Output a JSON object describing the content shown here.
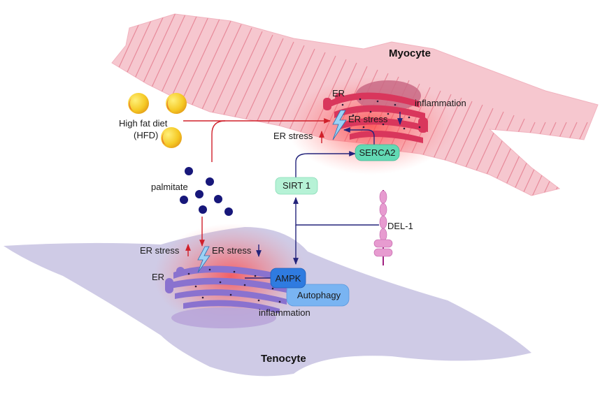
{
  "labels": {
    "myocyte": "Myocyte",
    "tenocyte": "Tenocyte",
    "high_fat_diet": "High fat diet",
    "hfd": "(HFD)",
    "palmitate": "palmitate",
    "myo_er": "ER",
    "myo_er_stress_up": "ER stress",
    "myo_er_stress_down": "ER stress",
    "myo_inflammation": "inflammation",
    "serca2": "SERCA2",
    "sirt1": "SIRT 1",
    "del1": "DEL-1",
    "teno_er": "ER",
    "teno_er_stress_up": "ER stress",
    "teno_er_stress_down": "ER stress",
    "ampk": "AMPK",
    "autophagy": "Autophagy",
    "teno_inflammation": "inflammation"
  },
  "colors": {
    "myocyte_fill": "#f6c7cf",
    "myocyte_stripe": "#e78a9a",
    "myo_er": "#d9365c",
    "myo_nucleus": "#c96a85",
    "tenocyte_fill": "#cfcbe6",
    "teno_er": "#8a72cf",
    "glow": "#ff4a4a",
    "red_arrow": "#d0202a",
    "blue_arrow": "#23237a",
    "serca2_fill": "#62d9b4",
    "sirt1_fill": "#b6f2d6",
    "ampk_fill": "#2f7be0",
    "autophagy_fill": "#79b4f2",
    "palmitate_dot": "#17177a",
    "fat_globule": "#f5c924",
    "del1_fill": "#e79bd0",
    "lightning": "#9cd2f5"
  },
  "icons": [
    "fat-globule-icon",
    "lightning-bolt-icon",
    "del1-receptor-icon"
  ]
}
